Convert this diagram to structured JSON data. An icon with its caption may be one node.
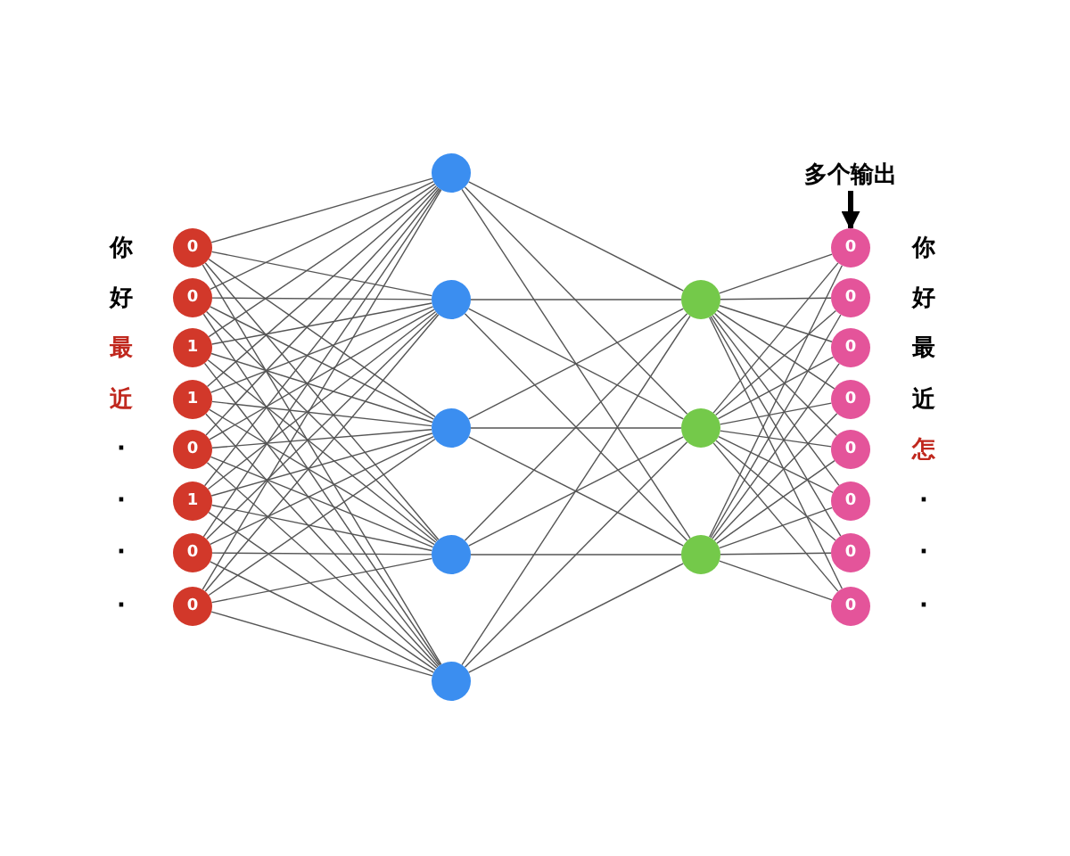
{
  "diagram": {
    "nodes": [
      {
        "text": [
          "0"
        ]
      },
      {
        "text": [
          "0"
        ]
      },
      {
        "text": [
          "1"
        ]
      },
      {
        "text": [
          "1"
        ]
      },
      {
        "text": [
          "0"
        ]
      },
      {
        "text": [
          "1"
        ]
      },
      {
        "text": [
          "0"
        ]
      },
      {
        "text": [
          "0"
        ]
      },
      {
        "text": [],
        "shape": "circle"
      },
      {
        "text": [],
        "shape": "circle"
      },
      {
        "text": [],
        "shape": "circle"
      },
      {
        "text": [],
        "shape": "circle"
      },
      {
        "text": [],
        "shape": "circle"
      },
      {
        "text": [],
        "shape": "circle"
      },
      {
        "text": [],
        "shape": "circle"
      },
      {
        "text": [],
        "shape": "circle"
      },
      {
        "text": [
          "0"
        ]
      },
      {
        "text": [
          "0"
        ]
      },
      {
        "text": [
          "0"
        ]
      },
      {
        "text": [
          "0"
        ]
      },
      {
        "text": [
          "0"
        ]
      },
      {
        "text": [
          "0"
        ]
      },
      {
        "text": [
          "0"
        ]
      },
      {
        "text": [
          "0"
        ]
      },
      {
        "text": [
          "多个输出"
        ]
      }
    ],
    "edges": [
      {
        "from": 0,
        "to": 8,
        "arrow": "none"
      },
      {
        "from": 0,
        "to": 9,
        "arrow": "none"
      },
      {
        "from": 0,
        "to": 10,
        "arrow": "none"
      },
      {
        "from": 0,
        "to": 11,
        "arrow": "none"
      },
      {
        "from": 0,
        "to": 12,
        "arrow": "none"
      },
      {
        "from": 1,
        "to": 8,
        "arrow": "none"
      },
      {
        "from": 1,
        "to": 9,
        "arrow": "none"
      },
      {
        "from": 1,
        "to": 10,
        "arrow": "none"
      },
      {
        "from": 1,
        "to": 11,
        "arrow": "none"
      },
      {
        "from": 1,
        "to": 12,
        "arrow": "none"
      },
      {
        "from": 2,
        "to": 8,
        "arrow": "none"
      },
      {
        "from": 2,
        "to": 9,
        "arrow": "none"
      },
      {
        "from": 2,
        "to": 10,
        "arrow": "none"
      },
      {
        "from": 2,
        "to": 11,
        "arrow": "none"
      },
      {
        "from": 2,
        "to": 12,
        "arrow": "none"
      },
      {
        "from": 3,
        "to": 8,
        "arrow": "none"
      },
      {
        "from": 3,
        "to": 9,
        "arrow": "none"
      },
      {
        "from": 3,
        "to": 10,
        "arrow": "none"
      },
      {
        "from": 3,
        "to": 11,
        "arrow": "none"
      },
      {
        "from": 3,
        "to": 12,
        "arrow": "none"
      },
      {
        "from": 4,
        "to": 8,
        "arrow": "none"
      },
      {
        "from": 4,
        "to": 9,
        "arrow": "none"
      },
      {
        "from": 4,
        "to": 10,
        "arrow": "none"
      },
      {
        "from": 4,
        "to": 11,
        "arrow": "none"
      },
      {
        "from": 4,
        "to": 12,
        "arrow": "none"
      },
      {
        "from": 5,
        "to": 8,
        "arrow": "none"
      },
      {
        "from": 5,
        "to": 9,
        "arrow": "none"
      },
      {
        "from": 5,
        "to": 10,
        "arrow": "none"
      },
      {
        "from": 5,
        "to": 11,
        "arrow": "none"
      },
      {
        "from": 5,
        "to": 12,
        "arrow": "none"
      },
      {
        "from": 6,
        "to": 8,
        "arrow": "none"
      },
      {
        "from": 6,
        "to": 9,
        "arrow": "none"
      },
      {
        "from": 6,
        "to": 10,
        "arrow": "none"
      },
      {
        "from": 6,
        "to": 11,
        "arrow": "none"
      },
      {
        "from": 6,
        "to": 12,
        "arrow": "none"
      },
      {
        "from": 7,
        "to": 8,
        "arrow": "none"
      },
      {
        "from": 7,
        "to": 9,
        "arrow": "none"
      },
      {
        "from": 7,
        "to": 10,
        "arrow": "none"
      },
      {
        "from": 7,
        "to": 11,
        "arrow": "none"
      },
      {
        "from": 7,
        "to": 12,
        "arrow": "none"
      },
      {
        "from": 8,
        "to": 13,
        "arrow": "none"
      },
      {
        "from": 8,
        "to": 14,
        "arrow": "none"
      },
      {
        "from": 8,
        "to": 15,
        "arrow": "none"
      },
      {
        "from": 9,
        "to": 13,
        "arrow": "none"
      },
      {
        "from": 9,
        "to": 14,
        "arrow": "none"
      },
      {
        "from": 9,
        "to": 15,
        "arrow": "none"
      },
      {
        "from": 10,
        "to": 13,
        "arrow": "none"
      },
      {
        "from": 10,
        "to": 14,
        "arrow": "none"
      },
      {
        "from": 10,
        "to": 15,
        "arrow": "none"
      },
      {
        "from": 11,
        "to": 13,
        "arrow": "none"
      },
      {
        "from": 11,
        "to": 14,
        "arrow": "none"
      },
      {
        "from": 11,
        "to": 15,
        "arrow": "none"
      },
      {
        "from": 12,
        "to": 13,
        "arrow": "none"
      },
      {
        "from": 12,
        "to": 14,
        "arrow": "none"
      },
      {
        "from": 12,
        "to": 15,
        "arrow": "none"
      },
      {
        "from": 13,
        "to": 16,
        "arrow": "none"
      },
      {
        "from": 13,
        "to": 17,
        "arrow": "none"
      },
      {
        "from": 13,
        "to": 18,
        "arrow": "none"
      },
      {
        "from": 13,
        "to": 19,
        "arrow": "none"
      },
      {
        "from": 13,
        "to": 20,
        "arrow": "none"
      },
      {
        "from": 13,
        "to": 21,
        "arrow": "none"
      },
      {
        "from": 13,
        "to": 22,
        "arrow": "none"
      },
      {
        "from": 13,
        "to": 23,
        "arrow": "none"
      },
      {
        "from": 14,
        "to": 16,
        "arrow": "none"
      },
      {
        "from": 14,
        "to": 17,
        "arrow": "none"
      },
      {
        "from": 14,
        "to": 18,
        "arrow": "none"
      },
      {
        "from": 14,
        "to": 19,
        "arrow": "none"
      },
      {
        "from": 14,
        "to": 20,
        "arrow": "none"
      },
      {
        "from": 14,
        "to": 21,
        "arrow": "none"
      },
      {
        "from": 14,
        "to": 22,
        "arrow": "none"
      },
      {
        "from": 14,
        "to": 23,
        "arrow": "none"
      },
      {
        "from": 15,
        "to": 16,
        "arrow": "none"
      },
      {
        "from": 15,
        "to": 17,
        "arrow": "none"
      },
      {
        "from": 15,
        "to": 18,
        "arrow": "none"
      },
      {
        "from": 15,
        "to": 19,
        "arrow": "none"
      },
      {
        "from": 15,
        "to": 20,
        "arrow": "none"
      },
      {
        "from": 15,
        "to": 21,
        "arrow": "none"
      },
      {
        "from": 15,
        "to": 22,
        "arrow": "none"
      },
      {
        "from": 15,
        "to": 23,
        "arrow": "none"
      },
      {
        "from": 24,
        "to": 16,
        "arrow": "to",
        "style": "thick",
        "color": "#000000"
      }
    ],
    "labels": [
      "你",
      "好",
      "最",
      "近",
      "·",
      "·",
      "·",
      "·",
      "你",
      "好",
      "最",
      "近",
      "怎",
      "·",
      "·",
      "·"
    ]
  }
}
